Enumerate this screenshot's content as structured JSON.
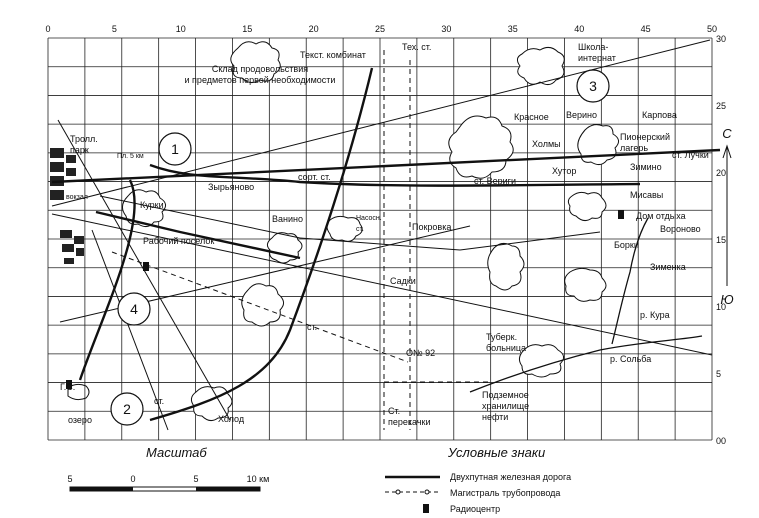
{
  "map": {
    "x_ticks_top": [
      "0",
      "5",
      "10",
      "15",
      "20",
      "25",
      "30",
      "35",
      "40",
      "45",
      "50"
    ],
    "y_ticks_right": [
      "30",
      "25",
      "20",
      "15",
      "10",
      "5",
      "00"
    ],
    "direction_north": "С",
    "direction_south": "Ю",
    "zones": [
      "1",
      "2",
      "3",
      "4"
    ],
    "places": {
      "sklad": [
        "Склад продовольствия",
        "и предметов первой необходимости"
      ],
      "tekst": [
        "Текст. комбинат"
      ],
      "tech_st": [
        "Тех. ст."
      ],
      "shkola": [
        "Школа-",
        "интернат"
      ],
      "troll": [
        "Тролл.",
        "парк"
      ],
      "pl5": [
        "Пл. 5 км"
      ],
      "vokzal": [
        "вокзал"
      ],
      "zyryanovo": [
        "Зырьяново"
      ],
      "sort": [
        "сорт. ст."
      ],
      "kurki": [
        "Курки"
      ],
      "rabochiy": [
        "Рабочий поселок"
      ],
      "vanino": [
        "Ванино"
      ],
      "nasos": [
        "Насосн.",
        "ст."
      ],
      "pokrovka": [
        "Покровка"
      ],
      "sadki": [
        "Садки"
      ],
      "krasnoe": [
        "Красное"
      ],
      "verino": [
        "Верино"
      ],
      "karpova": [
        "Карпова"
      ],
      "pioner": [
        "Пионерский",
        "лагерь"
      ],
      "holmy": [
        "Холмы"
      ],
      "zimino": [
        "Зимино"
      ],
      "luchki": [
        "ст. Лучки"
      ],
      "khutor": [
        "Хутор"
      ],
      "verigi": [
        "ст. Вериги"
      ],
      "misavy": [
        "Мисавы"
      ],
      "dom": [
        "Дом отдыха"
      ],
      "voronovo": [
        "Вороново"
      ],
      "borki": [
        "Борки"
      ],
      "zimenka": [
        "Зименка"
      ],
      "kura": [
        "р. Кура"
      ],
      "tuberk": [
        "Туберк.",
        "больница"
      ],
      "solba": [
        "р. Сольба"
      ],
      "no92": [
        "О№ 92"
      ],
      "st_mid": [
        "ст."
      ],
      "gs": [
        "Г.С."
      ],
      "ozero": [
        "озеро"
      ],
      "st_low": [
        "ст."
      ],
      "holod": [
        "Холод"
      ],
      "perekachki": [
        "Ст.",
        "перекачки"
      ],
      "podzem": [
        "Подземное",
        "хранилище",
        "нефти"
      ]
    }
  },
  "scale": {
    "title": "Масштаб",
    "ticks": [
      "5",
      "0",
      "5",
      "10 км"
    ]
  },
  "legend": {
    "title": "Условные знаки",
    "items": [
      {
        "symbol": "railway",
        "label": "Двухпутная железная дорога"
      },
      {
        "symbol": "pipeline",
        "label": "Магистраль трубопровода"
      },
      {
        "symbol": "radio",
        "label": "Радиоцентр"
      }
    ]
  }
}
